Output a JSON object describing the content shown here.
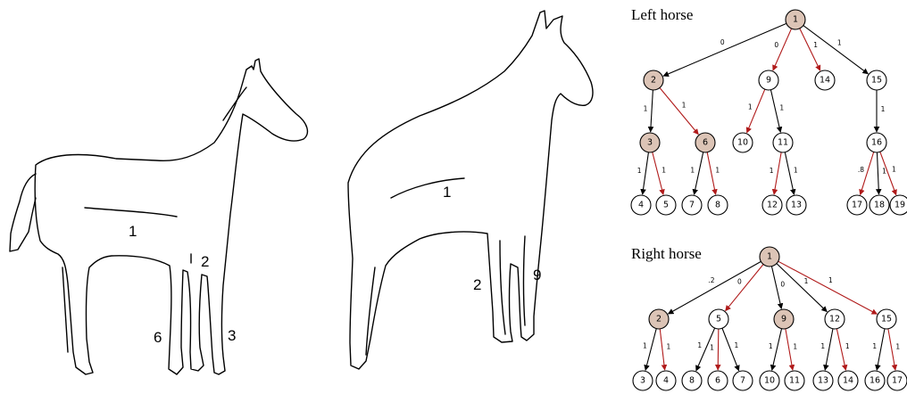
{
  "colors": {
    "highlight_node": "#dcc4b6",
    "plain_node": "#ffffff",
    "black_edge": "#000000",
    "red_edge": "#b01a1a"
  },
  "left_horse_labels": [
    "1",
    "2",
    "6",
    "3"
  ],
  "right_horse_labels": [
    "1",
    "2",
    "9"
  ],
  "trees": [
    {
      "title": "Left horse",
      "nodes": [
        "1",
        "2",
        "9",
        "14",
        "15",
        "3",
        "6",
        "10",
        "11",
        "16",
        "4",
        "5",
        "7",
        "8",
        "12",
        "13",
        "17",
        "18",
        "19"
      ],
      "highlighted": [
        "1",
        "2",
        "3",
        "6"
      ],
      "edges": [
        {
          "from": "1",
          "to": "2",
          "label": "0",
          "color": "black"
        },
        {
          "from": "1",
          "to": "9",
          "label": "0",
          "color": "red"
        },
        {
          "from": "1",
          "to": "14",
          "label": "1",
          "color": "red"
        },
        {
          "from": "1",
          "to": "15",
          "label": "1",
          "color": "black"
        },
        {
          "from": "2",
          "to": "3",
          "label": "1",
          "color": "black"
        },
        {
          "from": "2",
          "to": "6",
          "label": "1",
          "color": "red"
        },
        {
          "from": "9",
          "to": "10",
          "label": "1",
          "color": "red"
        },
        {
          "from": "9",
          "to": "11",
          "label": "1",
          "color": "black"
        },
        {
          "from": "15",
          "to": "16",
          "label": "1",
          "color": "black"
        },
        {
          "from": "3",
          "to": "4",
          "label": "1",
          "color": "black"
        },
        {
          "from": "3",
          "to": "5",
          "label": "1",
          "color": "red"
        },
        {
          "from": "6",
          "to": "7",
          "label": "1",
          "color": "black"
        },
        {
          "from": "6",
          "to": "8",
          "label": "1",
          "color": "red"
        },
        {
          "from": "11",
          "to": "12",
          "label": "1",
          "color": "red"
        },
        {
          "from": "11",
          "to": "13",
          "label": "1",
          "color": "black"
        },
        {
          "from": "16",
          "to": "17",
          "label": ".8",
          "color": "red"
        },
        {
          "from": "16",
          "to": "18",
          "label": "1",
          "color": "black"
        },
        {
          "from": "16",
          "to": "19",
          "label": "1",
          "color": "red"
        }
      ]
    },
    {
      "title": "Right horse",
      "nodes": [
        "1",
        "2",
        "5",
        "9",
        "12",
        "15",
        "3",
        "4",
        "8",
        "6",
        "7",
        "10",
        "11",
        "13",
        "14",
        "16",
        "17"
      ],
      "highlighted": [
        "1",
        "2",
        "9"
      ],
      "edges": [
        {
          "from": "1",
          "to": "2",
          "label": ".2",
          "color": "black"
        },
        {
          "from": "1",
          "to": "5",
          "label": "0",
          "color": "red"
        },
        {
          "from": "1",
          "to": "9",
          "label": "0",
          "color": "black"
        },
        {
          "from": "1",
          "to": "12",
          "label": "1",
          "color": "black"
        },
        {
          "from": "1",
          "to": "15",
          "label": "1",
          "color": "red"
        },
        {
          "from": "2",
          "to": "3",
          "label": "1",
          "color": "black"
        },
        {
          "from": "2",
          "to": "4",
          "label": "1",
          "color": "red"
        },
        {
          "from": "5",
          "to": "8",
          "label": "1",
          "color": "black"
        },
        {
          "from": "5",
          "to": "6",
          "label": "1",
          "color": "red"
        },
        {
          "from": "5",
          "to": "7",
          "label": "1",
          "color": "black"
        },
        {
          "from": "9",
          "to": "10",
          "label": "1",
          "color": "black"
        },
        {
          "from": "9",
          "to": "11",
          "label": "1",
          "color": "red"
        },
        {
          "from": "12",
          "to": "13",
          "label": "1",
          "color": "black"
        },
        {
          "from": "12",
          "to": "14",
          "label": "1",
          "color": "red"
        },
        {
          "from": "15",
          "to": "16",
          "label": "1",
          "color": "black"
        },
        {
          "from": "15",
          "to": "17",
          "label": "1",
          "color": "red"
        }
      ]
    }
  ]
}
